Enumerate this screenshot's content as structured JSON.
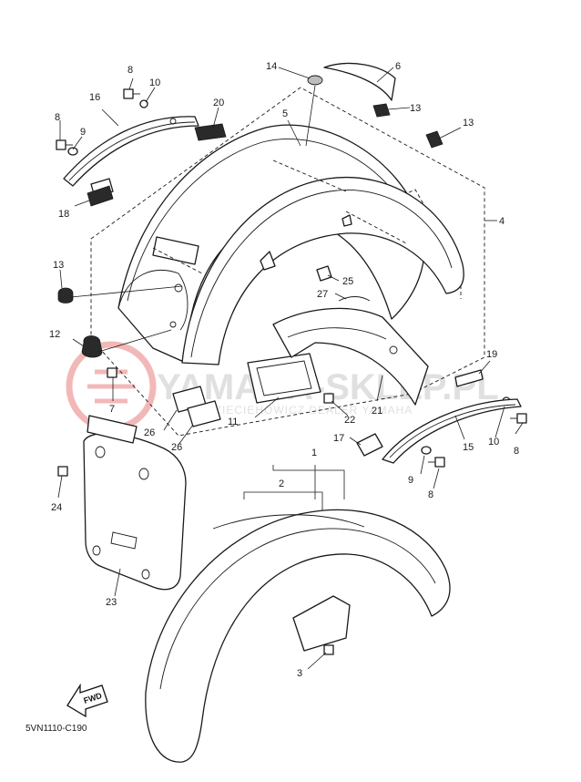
{
  "diagram": {
    "part_numbers": [
      "1",
      "2",
      "3",
      "4",
      "5",
      "6",
      "7",
      "8",
      "9",
      "10",
      "11",
      "12",
      "13",
      "14",
      "15",
      "16",
      "17",
      "18",
      "19",
      "20",
      "21",
      "22",
      "23",
      "24",
      "25",
      "26",
      "27"
    ],
    "callouts": {
      "c1": "1",
      "c2": "2",
      "c3": "3",
      "c4": "4",
      "c5": "5",
      "c6": "6",
      "c7": "7",
      "c8a": "8",
      "c8b": "8",
      "c8c": "8",
      "c8d": "8",
      "c9a": "9",
      "c9b": "9",
      "c10a": "10",
      "c10b": "10",
      "c11": "11",
      "c12": "12",
      "c13a": "13",
      "c13b": "13",
      "c13c": "13",
      "c14": "14",
      "c15": "15",
      "c16": "16",
      "c17": "17",
      "c18": "18",
      "c19": "19",
      "c20": "20",
      "c21": "21",
      "c22": "22",
      "c23": "23",
      "c24": "24",
      "c25": "25",
      "c26a": "26",
      "c26b": "26",
      "c27": "27"
    },
    "diagram_code": "5VN1110-C190",
    "fwd_label": "FWD",
    "watermark": {
      "main": "YAMAHA-SKLEP.PL",
      "sub": "MRAZIECIEHOWICZ DEALER YAMAHA"
    }
  },
  "colors": {
    "line": "#1a1a1a",
    "watermark": "#e0e0e0",
    "watermark_logo": "#f2b8b8"
  },
  "icons": [
    "fwd-arrow-icon",
    "yamaha-logo-icon"
  ]
}
